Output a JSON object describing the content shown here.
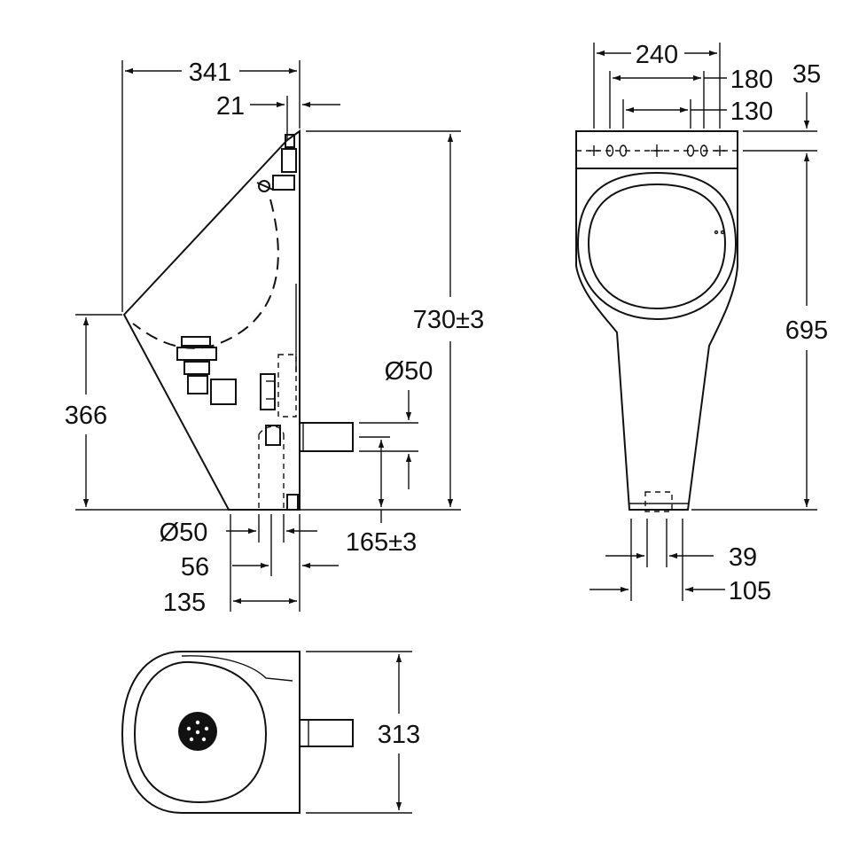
{
  "side_view": {
    "width_341": "341",
    "offset_21": "21",
    "height_730": "730±3",
    "height_366": "366",
    "outlet_diameter": "Ø50",
    "outlet_height": "165±3",
    "drain_diameter": "Ø50",
    "drain_offset_56": "56",
    "drain_offset_135": "135"
  },
  "front_view": {
    "width_240": "240",
    "width_180": "180",
    "width_130": "130",
    "top_35": "35",
    "height_695": "695",
    "outlet_39": "39",
    "outlet_105": "105"
  },
  "top_view": {
    "depth_313": "313"
  },
  "colors": {
    "line": "#111111",
    "background": "#ffffff"
  }
}
